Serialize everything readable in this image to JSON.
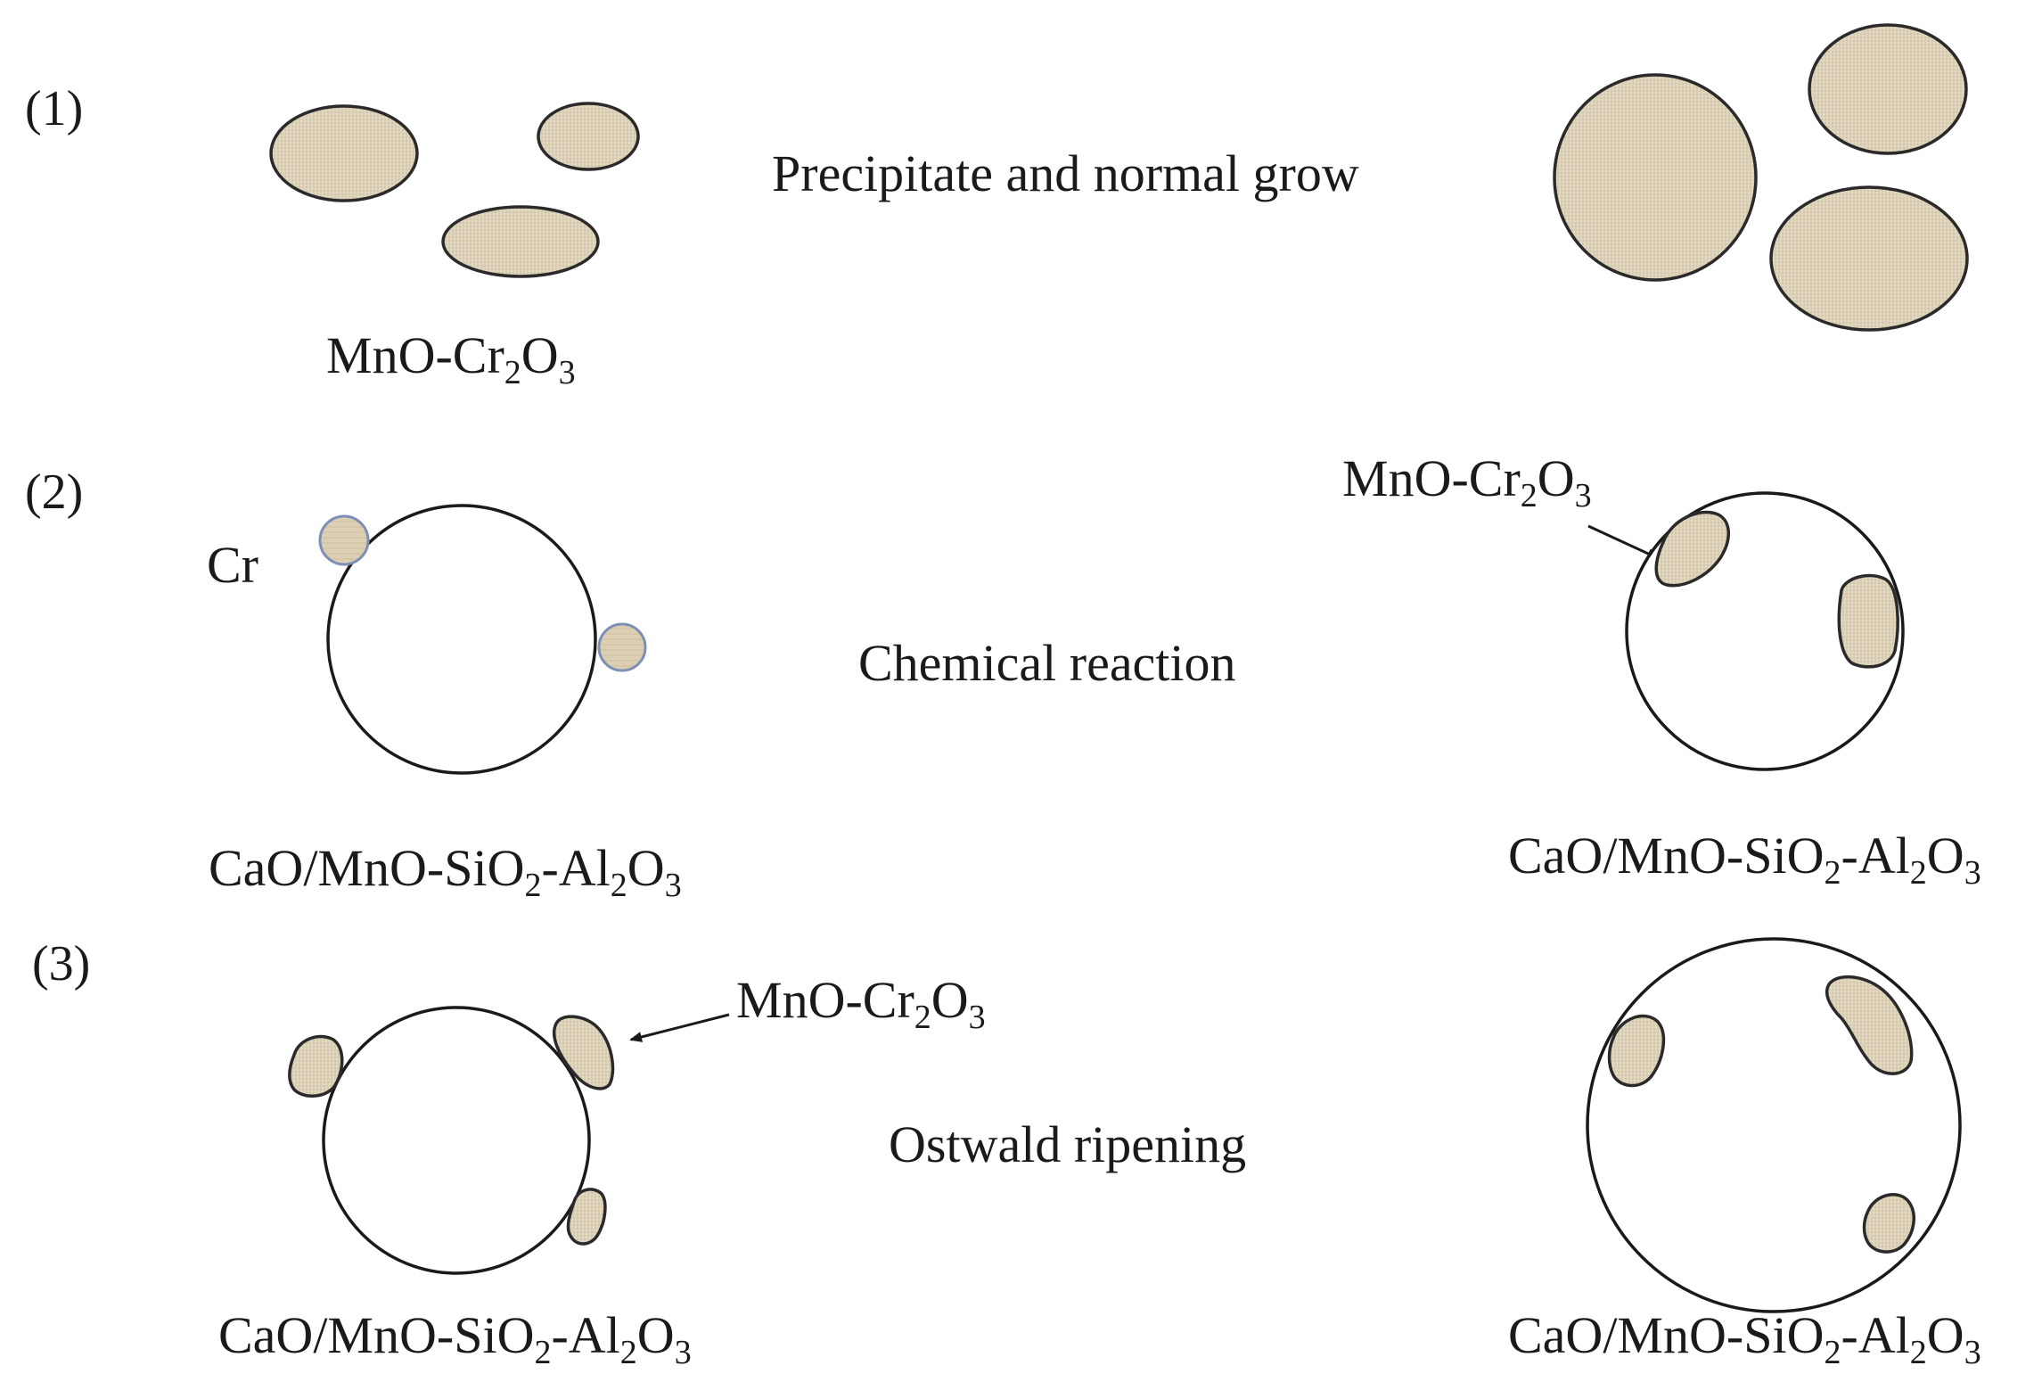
{
  "colors": {
    "particle_fill": "#ddd1b7",
    "particle_stroke": "#2a2a2a",
    "cr_outline": "#7d8fb5",
    "circle_stroke": "#1a1a1a",
    "background": "#ffffff"
  },
  "rows": [
    {
      "number": "(1)",
      "process": "Precipitate and normal grow",
      "left_label": {
        "main": "MnO-Cr",
        "sub1": "2",
        "mid": "O",
        "sub2": "3"
      }
    },
    {
      "number": "(2)",
      "process": "Chemical reaction",
      "cr_label": "Cr",
      "left_label": {
        "p1": "CaO/MnO-SiO",
        "s1": "2",
        "p2": "-Al",
        "s2": "2",
        "p3": "O",
        "s3": "3"
      },
      "right_label": {
        "p1": "CaO/MnO-SiO",
        "s1": "2",
        "p2": "-Al",
        "s2": "2",
        "p3": "O",
        "s3": "3"
      },
      "annotation": {
        "main": "MnO-Cr",
        "sub1": "2",
        "mid": "O",
        "sub2": "3"
      }
    },
    {
      "number": "(3)",
      "process": "Ostwald ripening",
      "left_label": {
        "p1": "CaO/MnO-SiO",
        "s1": "2",
        "p2": "-Al",
        "s2": "2",
        "p3": "O",
        "s3": "3"
      },
      "right_label": {
        "p1": "CaO/MnO-SiO",
        "s1": "2",
        "p2": "-Al",
        "s2": "2",
        "p3": "O",
        "s3": "3"
      },
      "annotation": {
        "main": "MnO-Cr",
        "sub1": "2",
        "mid": "O",
        "sub2": "3"
      }
    }
  ]
}
